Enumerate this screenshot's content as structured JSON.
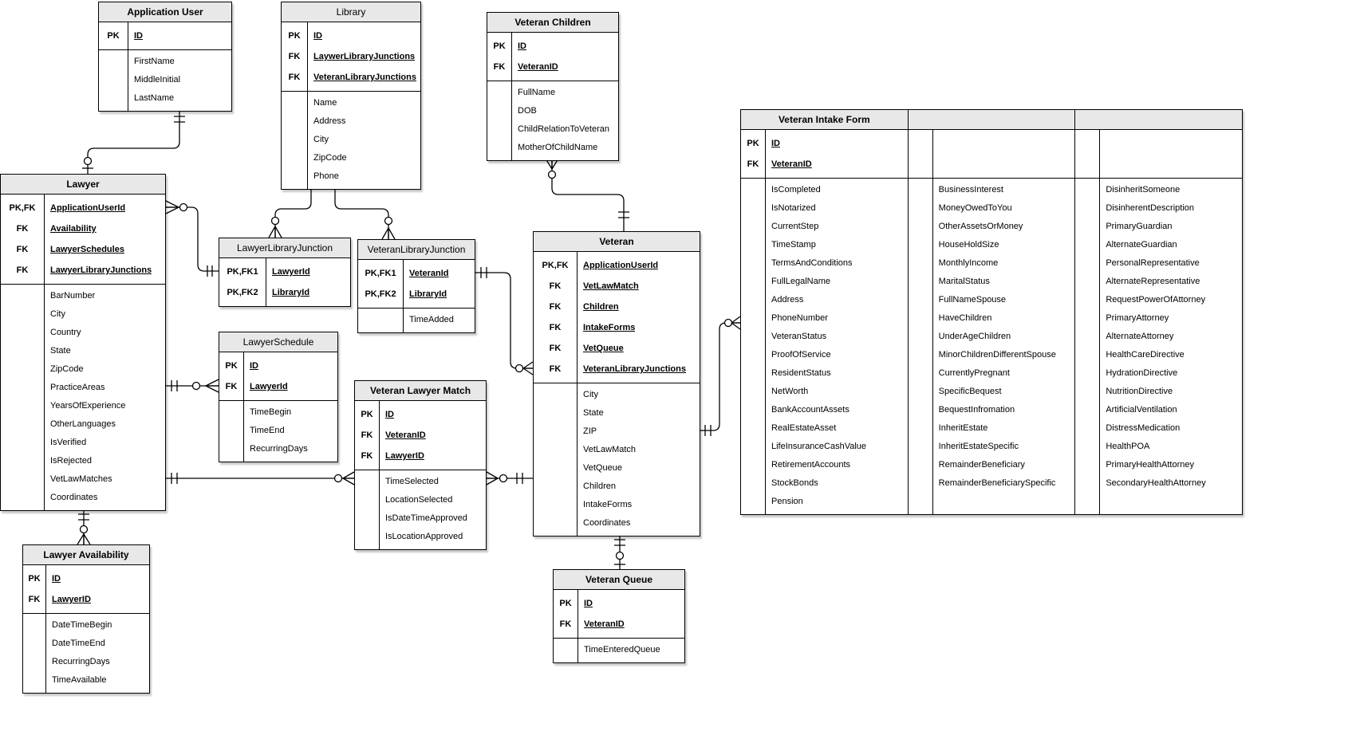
{
  "entities": {
    "application_user": {
      "title": "Application User",
      "columns": [
        {
          "keys": [
            {
              "tag": "PK",
              "name": "ID"
            }
          ],
          "fields": [
            "FirstName",
            "MiddleInitial",
            "LastName"
          ]
        }
      ]
    },
    "library": {
      "title": "Library",
      "columns": [
        {
          "keys": [
            {
              "tag": "PK",
              "name": "ID"
            },
            {
              "tag": "FK",
              "name": "LaywerLibraryJunctions"
            },
            {
              "tag": "FK",
              "name": "VeteranLibraryJunctions"
            }
          ],
          "fields": [
            "Name",
            "Address",
            "City",
            "ZipCode",
            "Phone"
          ]
        }
      ]
    },
    "veteran_children": {
      "title": "Veteran Children",
      "columns": [
        {
          "keys": [
            {
              "tag": "PK",
              "name": "ID"
            },
            {
              "tag": "FK",
              "name": "VeteranID"
            }
          ],
          "fields": [
            "FullName",
            "DOB",
            "ChildRelationToVeteran",
            "MotherOfChildName"
          ]
        }
      ]
    },
    "lawyer": {
      "title": "Lawyer",
      "columns": [
        {
          "keys": [
            {
              "tag": "PK,FK",
              "name": "ApplicationUserId"
            },
            {
              "tag": "FK",
              "name": "Availability"
            },
            {
              "tag": "FK",
              "name": "LawyerSchedules"
            },
            {
              "tag": "FK",
              "name": "LawyerLibraryJunctions"
            }
          ],
          "fields": [
            "BarNumber",
            "City",
            "Country",
            "State",
            "ZipCode",
            "PracticeAreas",
            "YearsOfExperience",
            "OtherLanguages",
            "IsVerified",
            "IsRejected",
            "VetLawMatches",
            "Coordinates"
          ]
        }
      ]
    },
    "lawyer_library_junction": {
      "title": "LawyerLibraryJunction",
      "columns": [
        {
          "keys": [
            {
              "tag": "PK,FK1",
              "name": "LawyerId"
            },
            {
              "tag": "PK,FK2",
              "name": "LibraryId"
            }
          ],
          "fields": []
        }
      ]
    },
    "veteran_library_junction": {
      "title": "VeteranLibraryJunction",
      "columns": [
        {
          "keys": [
            {
              "tag": "PK,FK1",
              "name": "VeteranId"
            },
            {
              "tag": "PK,FK2",
              "name": "LibraryId"
            }
          ],
          "fields": [
            "TimeAdded"
          ]
        }
      ]
    },
    "lawyer_schedule": {
      "title": "LawyerSchedule",
      "columns": [
        {
          "keys": [
            {
              "tag": "PK",
              "name": "ID"
            },
            {
              "tag": "FK",
              "name": "LawyerId"
            }
          ],
          "fields": [
            "TimeBegin",
            "TimeEnd",
            "RecurringDays"
          ]
        }
      ]
    },
    "veteran_lawyer_match": {
      "title": "Veteran Lawyer Match",
      "columns": [
        {
          "keys": [
            {
              "tag": "PK",
              "name": "ID"
            },
            {
              "tag": "FK",
              "name": "VeteranID"
            },
            {
              "tag": "FK",
              "name": "LawyerID"
            }
          ],
          "fields": [
            "TimeSelected",
            "LocationSelected",
            "IsDateTimeApproved",
            "IsLocationApproved"
          ]
        }
      ]
    },
    "veteran": {
      "title": "Veteran",
      "columns": [
        {
          "keys": [
            {
              "tag": "PK,FK",
              "name": "ApplicationUserId"
            },
            {
              "tag": "FK",
              "name": "VetLawMatch"
            },
            {
              "tag": "FK",
              "name": "Children"
            },
            {
              "tag": "FK",
              "name": "IntakeForms"
            },
            {
              "tag": "FK",
              "name": "VetQueue"
            },
            {
              "tag": "FK",
              "name": "VeteranLibraryJunctions"
            }
          ],
          "fields": [
            "City",
            "State",
            "ZIP",
            "VetLawMatch",
            "VetQueue",
            "Children",
            "IntakeForms",
            "Coordinates"
          ]
        }
      ]
    },
    "veteran_intake_form": {
      "title": "Veteran Intake Form",
      "columns": [
        {
          "keys": [
            {
              "tag": "PK",
              "name": "ID"
            },
            {
              "tag": "FK",
              "name": "VeteranID"
            }
          ],
          "fields": [
            "IsCompleted",
            "IsNotarized",
            "CurrentStep",
            "TimeStamp",
            "TermsAndConditions",
            "FullLegalName",
            "Address",
            "PhoneNumber",
            "VeteranStatus",
            "ProofOfService",
            "ResidentStatus",
            "NetWorth",
            "BankAccountAssets",
            "RealEstateAsset",
            "LifeInsuranceCashValue",
            "RetirementAccounts",
            "StockBonds",
            "Pension"
          ]
        },
        {
          "keys": [],
          "fields": [
            "BusinessInterest",
            "MoneyOwedToYou",
            "OtherAssetsOrMoney",
            "HouseHoldSize",
            "MonthlyIncome",
            "MaritalStatus",
            "FullNameSpouse",
            "HaveChildren",
            "UnderAgeChildren",
            "MinorChildrenDifferentSpouse",
            "CurrentlyPregnant",
            "SpecificBequest",
            "BequestInfromation",
            "InheritEstate",
            "InheritEstateSpecific",
            "RemainderBeneficiary",
            "RemainderBeneficiarySpecific"
          ]
        },
        {
          "keys": [],
          "fields": [
            "DisinheritSomeone",
            "DisinherentDescription",
            "PrimaryGuardian",
            "AlternateGuardian",
            "PersonalRepresentative",
            "AlternateRepresentative",
            "RequestPowerOfAttorney",
            "PrimaryAttorney",
            "AlternateAttorney",
            "HealthCareDirective",
            "HydrationDirective",
            "NutritionDirective",
            "ArtificialVentilation",
            "DistressMedication",
            "HealthPOA",
            "PrimaryHealthAttorney",
            "SecondaryHealthAttorney"
          ]
        }
      ]
    },
    "lawyer_availability": {
      "title": "Lawyer Availability",
      "columns": [
        {
          "keys": [
            {
              "tag": "PK",
              "name": "ID"
            },
            {
              "tag": "FK",
              "name": "LawyerID"
            }
          ],
          "fields": [
            "DateTimeBegin",
            "DateTimeEnd",
            "RecurringDays",
            "TimeAvailable"
          ]
        }
      ]
    },
    "veteran_queue": {
      "title": "Veteran Queue",
      "columns": [
        {
          "keys": [
            {
              "tag": "PK",
              "name": "ID"
            },
            {
              "tag": "FK",
              "name": "VeteranID"
            }
          ],
          "fields": [
            "TimeEnteredQueue"
          ]
        }
      ]
    }
  },
  "relationships": [
    {
      "from": "Application User",
      "to": "Lawyer",
      "from_end": "one and only one",
      "to_end": "zero or one"
    },
    {
      "from": "Lawyer",
      "to": "LawyerLibraryJunction",
      "from_end": "zero or many",
      "to_end": "one and only one"
    },
    {
      "from": "Library",
      "to": "LawyerLibraryJunction",
      "from_end": "plain",
      "to_end": "zero or many"
    },
    {
      "from": "Library",
      "to": "VeteranLibraryJunction",
      "from_end": "plain",
      "to_end": "zero or many"
    },
    {
      "from": "Lawyer",
      "to": "LawyerSchedule",
      "from_end": "one and only one",
      "to_end": "zero or many"
    },
    {
      "from": "Lawyer",
      "to": "Veteran Lawyer Match",
      "from_end": "one and only one",
      "to_end": "zero or many"
    },
    {
      "from": "Veteran Lawyer Match",
      "to": "Veteran",
      "from_end": "zero or many",
      "to_end": "one and only one"
    },
    {
      "from": "VeteranLibraryJunction",
      "to": "Veteran",
      "from_end": "one and only one",
      "to_end": "zero or many"
    },
    {
      "from": "Veteran Children",
      "to": "Veteran",
      "from_end": "zero or many",
      "to_end": "one and only one"
    },
    {
      "from": "Veteran",
      "to": "Veteran Intake Form",
      "from_end": "one and only one",
      "to_end": "zero or many"
    },
    {
      "from": "Veteran",
      "to": "Veteran Queue",
      "from_end": "one and only one",
      "to_end": "zero or one"
    },
    {
      "from": "Lawyer",
      "to": "Lawyer Availability",
      "from_end": "one and only one",
      "to_end": "zero or many"
    }
  ],
  "colors": {
    "header_fill": "#e8e8e8",
    "line": "#000000",
    "box_fill": "#ffffff"
  }
}
